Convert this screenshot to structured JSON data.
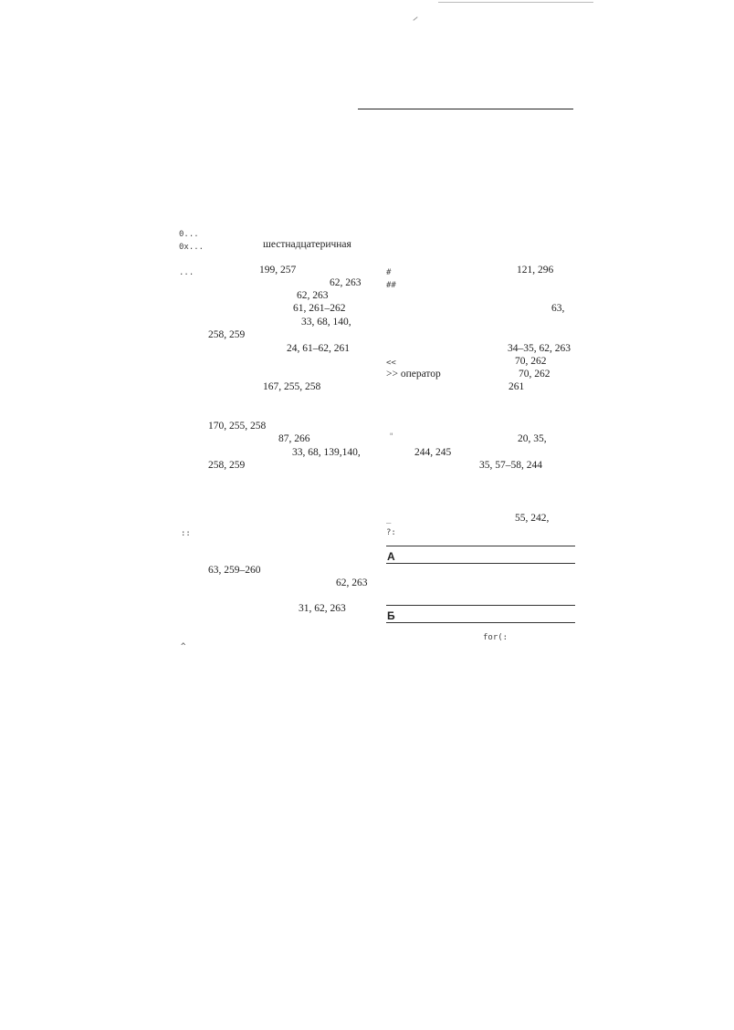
{
  "left_column": [
    {
      "text": "0..."
    },
    {
      "text": "0x..."
    },
    {
      "text": "шестнадцатеричная"
    },
    {
      "text": "..."
    },
    {
      "text": "199, 257"
    },
    {
      "text": "62, 263"
    },
    {
      "text": "62, 263"
    },
    {
      "text": "61, 261–262"
    },
    {
      "text": "33, 68, 140,"
    },
    {
      "text": "258, 259"
    },
    {
      "text": "24, 61–62, 261"
    },
    {
      "text": "167, 255, 258"
    },
    {
      "text": "170, 255, 258"
    },
    {
      "text": "87, 266"
    },
    {
      "text": "33, 68, 139,140,"
    },
    {
      "text": "258, 259"
    },
    {
      "text": "::"
    },
    {
      "text": "63, 259–260"
    },
    {
      "text": "62, 263"
    },
    {
      "text": "31, 62, 263"
    },
    {
      "text": "^"
    }
  ],
  "right_column": [
    {
      "text": "#"
    },
    {
      "text": "121, 296"
    },
    {
      "text": "##"
    },
    {
      "text": "63,"
    },
    {
      "text": "34–35, 62, 263"
    },
    {
      "text": "<<"
    },
    {
      "text": "70, 262"
    },
    {
      "text": ">> оператор"
    },
    {
      "text": "70, 262"
    },
    {
      "text": "261"
    },
    {
      "text": "\""
    },
    {
      "text": "20, 35,"
    },
    {
      "text": "244, 245"
    },
    {
      "text": "35, 57–58, 244"
    },
    {
      "text": "_"
    },
    {
      "text": "55, 242,"
    },
    {
      "text": "?:"
    },
    {
      "text": "for(:"
    }
  ],
  "sections": [
    {
      "letter": "А"
    },
    {
      "letter": "Б"
    }
  ]
}
